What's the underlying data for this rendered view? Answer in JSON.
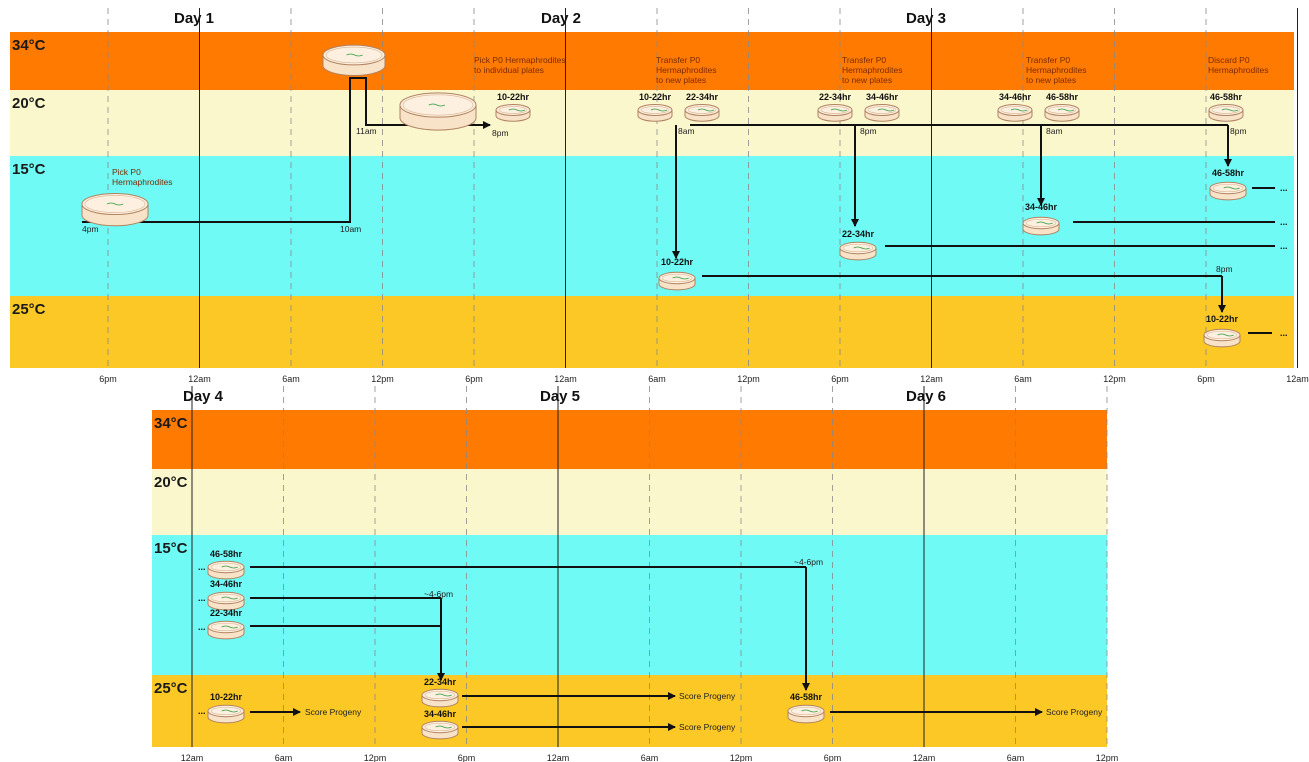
{
  "panels": [
    {
      "id": "top",
      "days": [
        "Day 1",
        "Day 2",
        "Day 3"
      ],
      "temperatures": [
        "34°C",
        "20°C",
        "15°C",
        "25°C"
      ],
      "ticks": [
        "6pm",
        "12am",
        "6am",
        "12pm",
        "6pm",
        "12am",
        "6am",
        "12pm",
        "6pm",
        "12am",
        "6am",
        "12pm",
        "6pm",
        "12am"
      ],
      "notes": [
        "Pick P0 Hermaphrodites",
        "Pick P0 Hermaphrodites to individual plates",
        "Transfer P0 Hermaphrodites to new plates",
        "Transfer P0 Hermaphrodites to new plates",
        "Transfer P0 Hermaphrodites to new plates",
        "Discard P0 Hermaphrodites"
      ],
      "time_labels": [
        "4pm",
        "10am",
        "11am",
        "8pm",
        "8am",
        "8pm",
        "8am",
        "8pm",
        "8pm"
      ],
      "dish_labels": [
        "10-22hr",
        "10-22hr",
        "22-34hr",
        "22-34hr",
        "34-46hr",
        "34-46hr",
        "46-58hr",
        "46-58hr",
        "34-46hr",
        "22-34hr",
        "10-22hr",
        "10-22hr"
      ],
      "ellipsis": "..."
    },
    {
      "id": "bottom",
      "days": [
        "Day 4",
        "Day 5",
        "Day 6"
      ],
      "temperatures": [
        "34°C",
        "20°C",
        "15°C",
        "25°C"
      ],
      "ticks": [
        "12am",
        "6am",
        "12pm",
        "6pm",
        "12am",
        "6am",
        "12pm",
        "6pm",
        "12am",
        "6am",
        "12pm"
      ],
      "dish_labels": [
        "46-58hr",
        "34-46hr",
        "22-34hr",
        "10-22hr",
        "22-34hr",
        "34-46hr",
        "46-58hr"
      ],
      "score_labels": [
        "Score Progeny",
        "Score Progeny",
        "Score Progeny",
        "Score Progeny"
      ],
      "time_labels": [
        "~4-6pm",
        "~4-6pm"
      ],
      "ellipsis": "..."
    }
  ],
  "colors": {
    "t34": "#ff7a00",
    "t20": "#fbf7cc",
    "t15": "#6ffaf5",
    "t25": "#fbc826",
    "dish_fill": "#f9e3c8",
    "dish_rim": "#b08260"
  }
}
